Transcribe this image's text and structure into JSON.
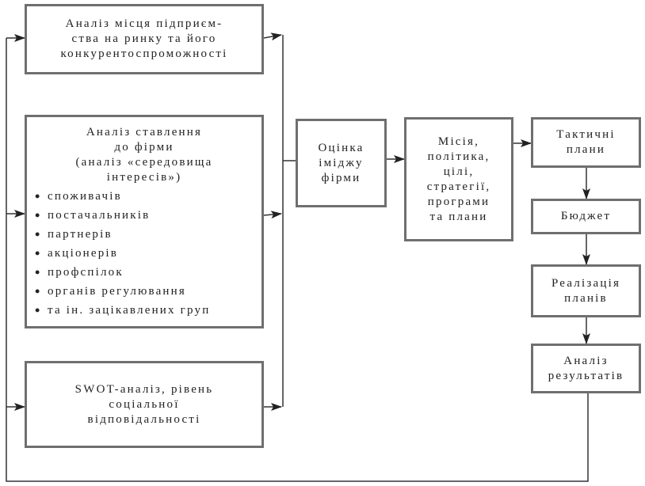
{
  "market_analysis": {
    "lines": [
      "Аналіз місця підприєм-",
      "ства на ринку та його",
      "конкурентоспроможності"
    ]
  },
  "stakeholder_analysis": {
    "lines": [
      "Аналіз ставлення",
      "до фірми",
      "(аналіз «середовища",
      "інтересів»)"
    ],
    "items": [
      "споживачів",
      "постачальників",
      "партнерів",
      "акціонерів",
      "профспілок",
      "органів регулювання",
      "та ін. зацікавлених груп"
    ]
  },
  "swot_analysis": {
    "lines": [
      "SWOT-аналіз, рівень",
      "соціальної",
      "відповідальності"
    ]
  },
  "image_assessment": {
    "lines": [
      "Оцінка",
      "іміджу",
      "фірми"
    ]
  },
  "mission": {
    "lines": [
      "Місія,",
      "політика,",
      "цілі,",
      "стратегії,",
      "програми",
      "та плани"
    ]
  },
  "tactical_plans": {
    "lines": [
      "Тактичні",
      "плани"
    ]
  },
  "budget": {
    "lines": [
      "Бюджет"
    ]
  },
  "plan_implementation": {
    "lines": [
      "Реалізація",
      "планів"
    ]
  },
  "results_analysis": {
    "lines": [
      "Аналіз",
      "результатів"
    ]
  },
  "colors": {
    "border": "#6f6f6f",
    "line": "#333333",
    "background": "#ffffff"
  }
}
